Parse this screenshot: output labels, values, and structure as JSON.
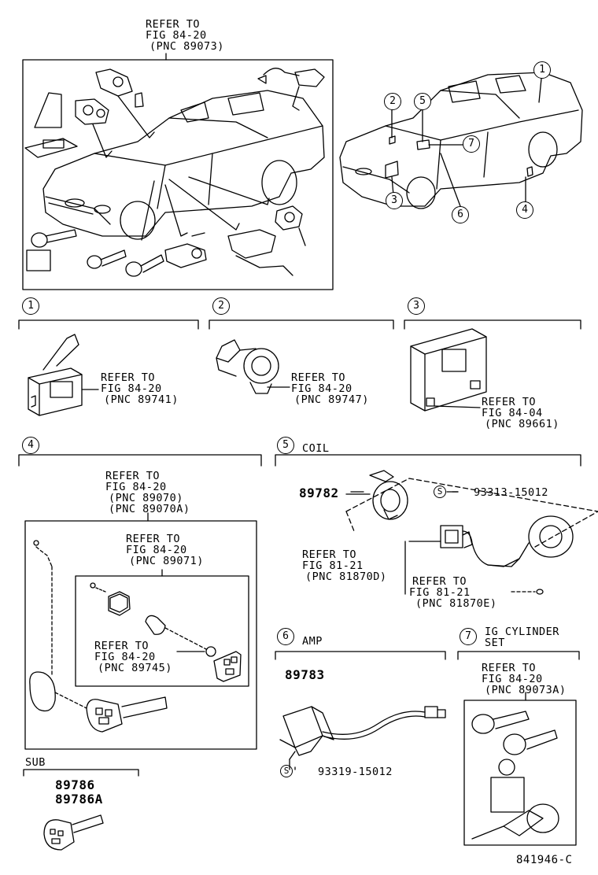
{
  "overview": {
    "refer": [
      "REFER TO",
      "FIG 84-20",
      "(PNC 89073)"
    ],
    "callouts": [
      "1",
      "2",
      "3",
      "4",
      "5",
      "6",
      "7"
    ]
  },
  "sections": [
    {
      "num": "1",
      "title": "",
      "refer": [
        "REFER TO",
        "FIG 84-20",
        "(PNC 89741)"
      ]
    },
    {
      "num": "2",
      "title": "",
      "refer": [
        "REFER TO",
        "FIG 84-20",
        "(PNC 89747)"
      ]
    },
    {
      "num": "3",
      "title": "",
      "refer": [
        "REFER TO",
        "FIG 84-04",
        "(PNC 89661)"
      ]
    },
    {
      "num": "4",
      "title": "",
      "refer_a": [
        "REFER TO",
        "FIG 84-20",
        "(PNC 89070)",
        "(PNC 89070A)"
      ],
      "refer_b": [
        "REFER TO",
        "FIG 84-20",
        "(PNC 89071)"
      ],
      "refer_c": [
        "REFER TO",
        "FIG 84-20",
        "(PNC 89745)"
      ]
    },
    {
      "num": "5",
      "title": "COIL",
      "part": "89782",
      "std_mark": "S",
      "std_part": "93313-15012",
      "refer_a": [
        "REFER TO",
        "FIG 81-21",
        "(PNC 81870D)"
      ],
      "refer_b": [
        "REFER TO",
        "FIG 81-21",
        "(PNC 81870E)"
      ]
    },
    {
      "num": "6",
      "title": "AMP",
      "part": "89783",
      "std_mark": "S",
      "std_part": "93319-15012"
    },
    {
      "num": "7",
      "title": "IG CYLINDER",
      "title2": "SET",
      "refer": [
        "REFER TO",
        "FIG 84-20",
        "(PNC 89073A)"
      ]
    }
  ],
  "sub": {
    "title": "SUB",
    "parts": [
      "89786",
      "89786A"
    ]
  },
  "figure_id": "841946-C"
}
